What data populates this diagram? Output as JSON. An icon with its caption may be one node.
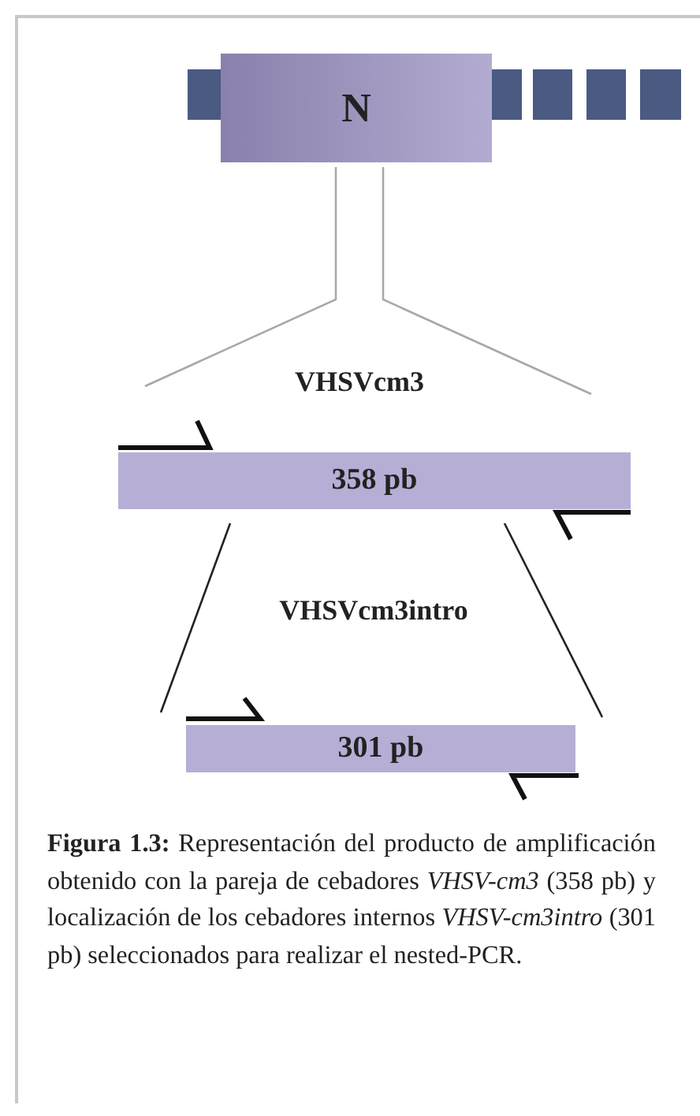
{
  "diagram": {
    "caption": "**Figura 1.3:** Representación del producto de amplificación obtenido con la pareja de cebadores *VHSV-cm3* (358 pb) y localización de los cebadores internos *VHSV-cm3intro* (301 pb) seleccionados para realizar el nested-PCR.",
    "nodes": [
      {
        "text": [
          "N"
        ]
      },
      {
        "text": [
          "358 pb"
        ]
      },
      {
        "text": [
          "301 pb"
        ]
      }
    ],
    "edges": [
      {
        "from": 0,
        "to": 1,
        "arrow": "none",
        "color": "#a8a8a8"
      },
      {
        "from": 0,
        "to": 1,
        "arrow": "none",
        "color": "#a8a8a8"
      },
      {
        "from": 1,
        "to": 2,
        "arrow": "none",
        "color": "#222222"
      },
      {
        "from": 1,
        "to": 2,
        "arrow": "none",
        "color": "#222222"
      }
    ],
    "labels": [
      "VHSVcm3",
      "VHSVcm3intro"
    ]
  }
}
